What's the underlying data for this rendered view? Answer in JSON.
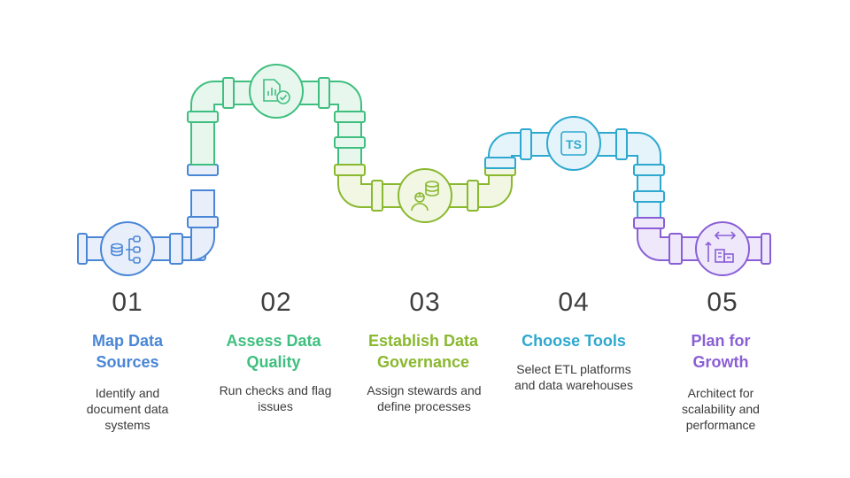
{
  "colors": {
    "blue": "#4a86d6",
    "green": "#3fbf7f",
    "lime": "#8ab82f",
    "cyan": "#2ea8cf",
    "purple": "#8a5fd6"
  },
  "steps": [
    {
      "num": "01",
      "title_line1": "Map Data",
      "title_line2": "Sources",
      "desc_line1": "Identify and",
      "desc_line2": "document data",
      "desc_line3": "systems",
      "icon": "database-hierarchy-icon"
    },
    {
      "num": "02",
      "title_line1": "Assess Data",
      "title_line2": "Quality",
      "desc_line1": "Run checks and flag",
      "desc_line2": "issues",
      "desc_line3": "",
      "icon": "report-check-icon"
    },
    {
      "num": "03",
      "title_line1": "Establish Data",
      "title_line2": "Governance",
      "desc_line1": "Assign stewards and",
      "desc_line2": "define processes",
      "desc_line3": "",
      "icon": "steward-database-icon"
    },
    {
      "num": "04",
      "title_line1": "Choose Tools",
      "title_line2": "",
      "desc_line1": "Select ETL platforms",
      "desc_line2": "and data warehouses",
      "desc_line3": "",
      "icon": "typescript-icon"
    },
    {
      "num": "05",
      "title_line1": "Plan for",
      "title_line2": "Growth",
      "desc_line1": "Architect for",
      "desc_line2": "scalability and",
      "desc_line3": "performance",
      "icon": "growth-building-icon"
    }
  ],
  "icon_text": {
    "ts": "TS"
  }
}
